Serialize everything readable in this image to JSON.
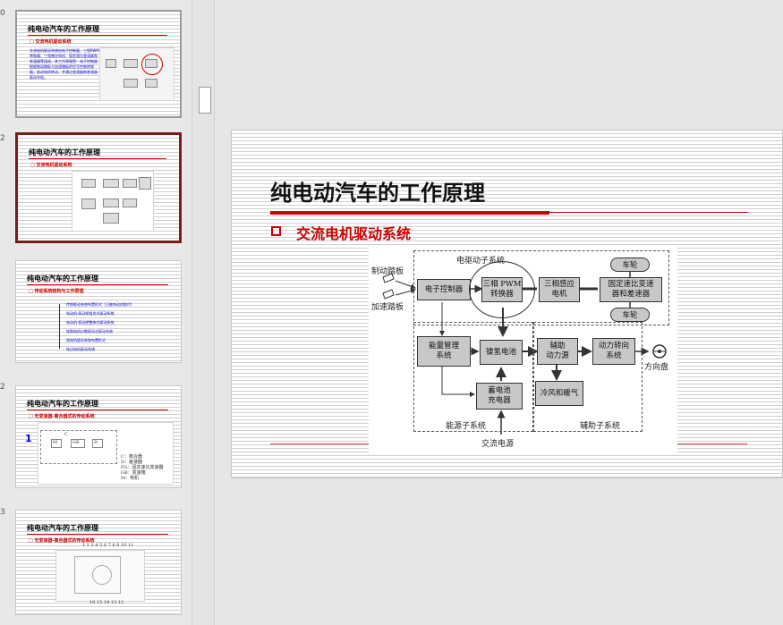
{
  "thumbnails": {
    "num_a": "0",
    "num_b": "2",
    "num_c": "3",
    "slide_title": "纯电动汽车的工作原理",
    "t1": {
      "subtitle": "交流电机驱动系统",
      "text": "交流电机驱动系统由电子控制器、三相PWM转换器、三相感应电机、固定速比变速器和差速器等组成，其工作原理是：电子控制器根据制动踏板与加速踏板的信号控制转换器，驱动电机转动，并通过变速器和差速器驱动车轮。"
    },
    "t2": {
      "subtitle": "交流电机驱动系统"
    },
    "t3": {
      "subtitle": "传动系统结构与工作原理",
      "items": [
        "传统驱动系统布置形式（已被电动机取代）",
        "电动机-驱动桥组合式驱动系统",
        "电动机-驱动桥整体式驱动系统",
        "轮毂电机分散驱动式驱动系统",
        "双电机驱动系统布置形式",
        "轮边电机驱动系统"
      ]
    },
    "t4": {
      "subtitle": "无变速器-离合器式的传动系统",
      "marker": "1",
      "legend": [
        "C：离合器",
        "D：差速器",
        "FG：固定速比变速器",
        "GB：变速箱",
        "M：电机"
      ],
      "box_m": "M",
      "box_gb": "GB",
      "box_d": "D",
      "box_c": "C"
    },
    "t5": {
      "subtitle": "无变速器-离合器式的传动系统",
      "top_nums": "1   2   3 4   5   6  7  8  9  10 11",
      "bottom_nums": "16  15 14     13 12"
    }
  },
  "slide": {
    "title": "纯电动汽车的工作原理",
    "subtitle": "交流电机驱动系统"
  },
  "diagram": {
    "group_drive": "电驱动子系统",
    "group_energy": "能源子系统",
    "group_aux": "辅助子系统",
    "brake_pedal": "制动踏板",
    "accel_pedal": "加速踏板",
    "controller": "电子控制器",
    "pwm_converter": "三相 PWM\n转换器",
    "induction_motor": "三相感应\n电机",
    "transmission": "固定速比变速\n器和差速器",
    "wheel_top": "车轮",
    "wheel_bottom": "车轮",
    "energy_mgmt": "能量管理\n系统",
    "battery": "镍氢电池",
    "charger": "蓄电池\n充电器",
    "aux_power": "辅助\n动力源",
    "steering_power": "动力转向\n系统",
    "steering_wheel": "方向盘",
    "hvac": "冷风和暖气",
    "ac_source": "交流电源"
  }
}
